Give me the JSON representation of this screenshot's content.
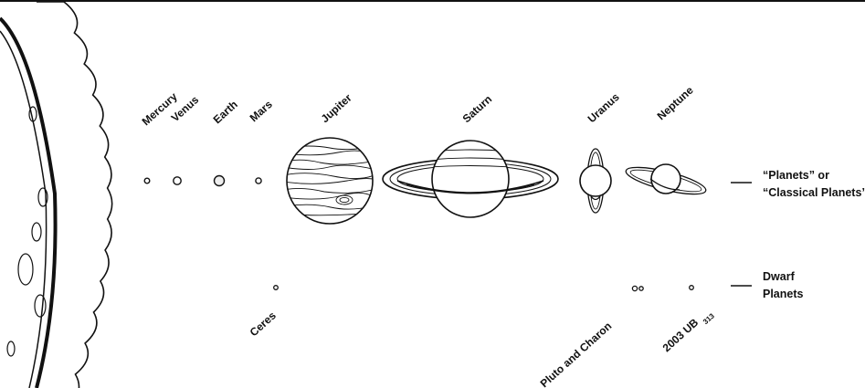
{
  "diagram": {
    "planets": {
      "mercury": "Mercury",
      "venus": "Venus",
      "earth": "Earth",
      "mars": "Mars",
      "jupiter": "Jupiter",
      "saturn": "Saturn",
      "uranus": "Uranus",
      "neptune": "Neptune"
    },
    "dwarf_planets": {
      "ceres": "Ceres",
      "pluto_charon": "Pluto and Charon",
      "ub313_main": "2003 UB",
      "ub313_sub": "313"
    },
    "categories": {
      "planets_line1": "“Planets” or",
      "planets_line2": "“Classical Planets”",
      "dwarf_line1": "Dwarf",
      "dwarf_line2": "Planets"
    }
  }
}
